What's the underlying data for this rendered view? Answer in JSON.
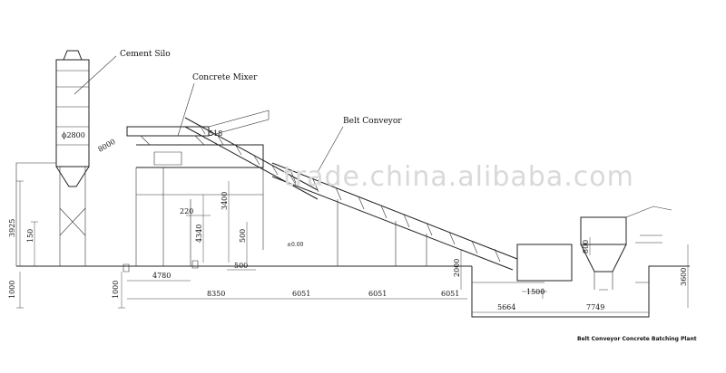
{
  "labels": {
    "cement_silo": "Cement Silo",
    "concrete_mixer": "Concrete Mixer",
    "belt_conveyor": "Belt Conveyor",
    "caption": "Belt Conveyor Concrete Batching Plant"
  },
  "watermark": "trade.china.alibaba.com",
  "dimensions": {
    "silo_diameter": "ϕ2800",
    "d8000": "8000",
    "d518": "518",
    "d3925": "3925",
    "d150": "150",
    "d1000_left": "1000",
    "d1000_mid": "1000",
    "d4780": "4780",
    "d8350": "8350",
    "d6051_a": "6051",
    "d6051_b": "6051",
    "d6051_c": "6051",
    "d500_a": "500",
    "d500_b": "500",
    "d4340": "4340",
    "d3400": "3400",
    "d220": "220",
    "d2000": "2000",
    "d1500": "1500",
    "d5664": "5664",
    "d7749": "7749",
    "d3600": "3600",
    "d800": "800",
    "level_mark": "±0.00"
  }
}
